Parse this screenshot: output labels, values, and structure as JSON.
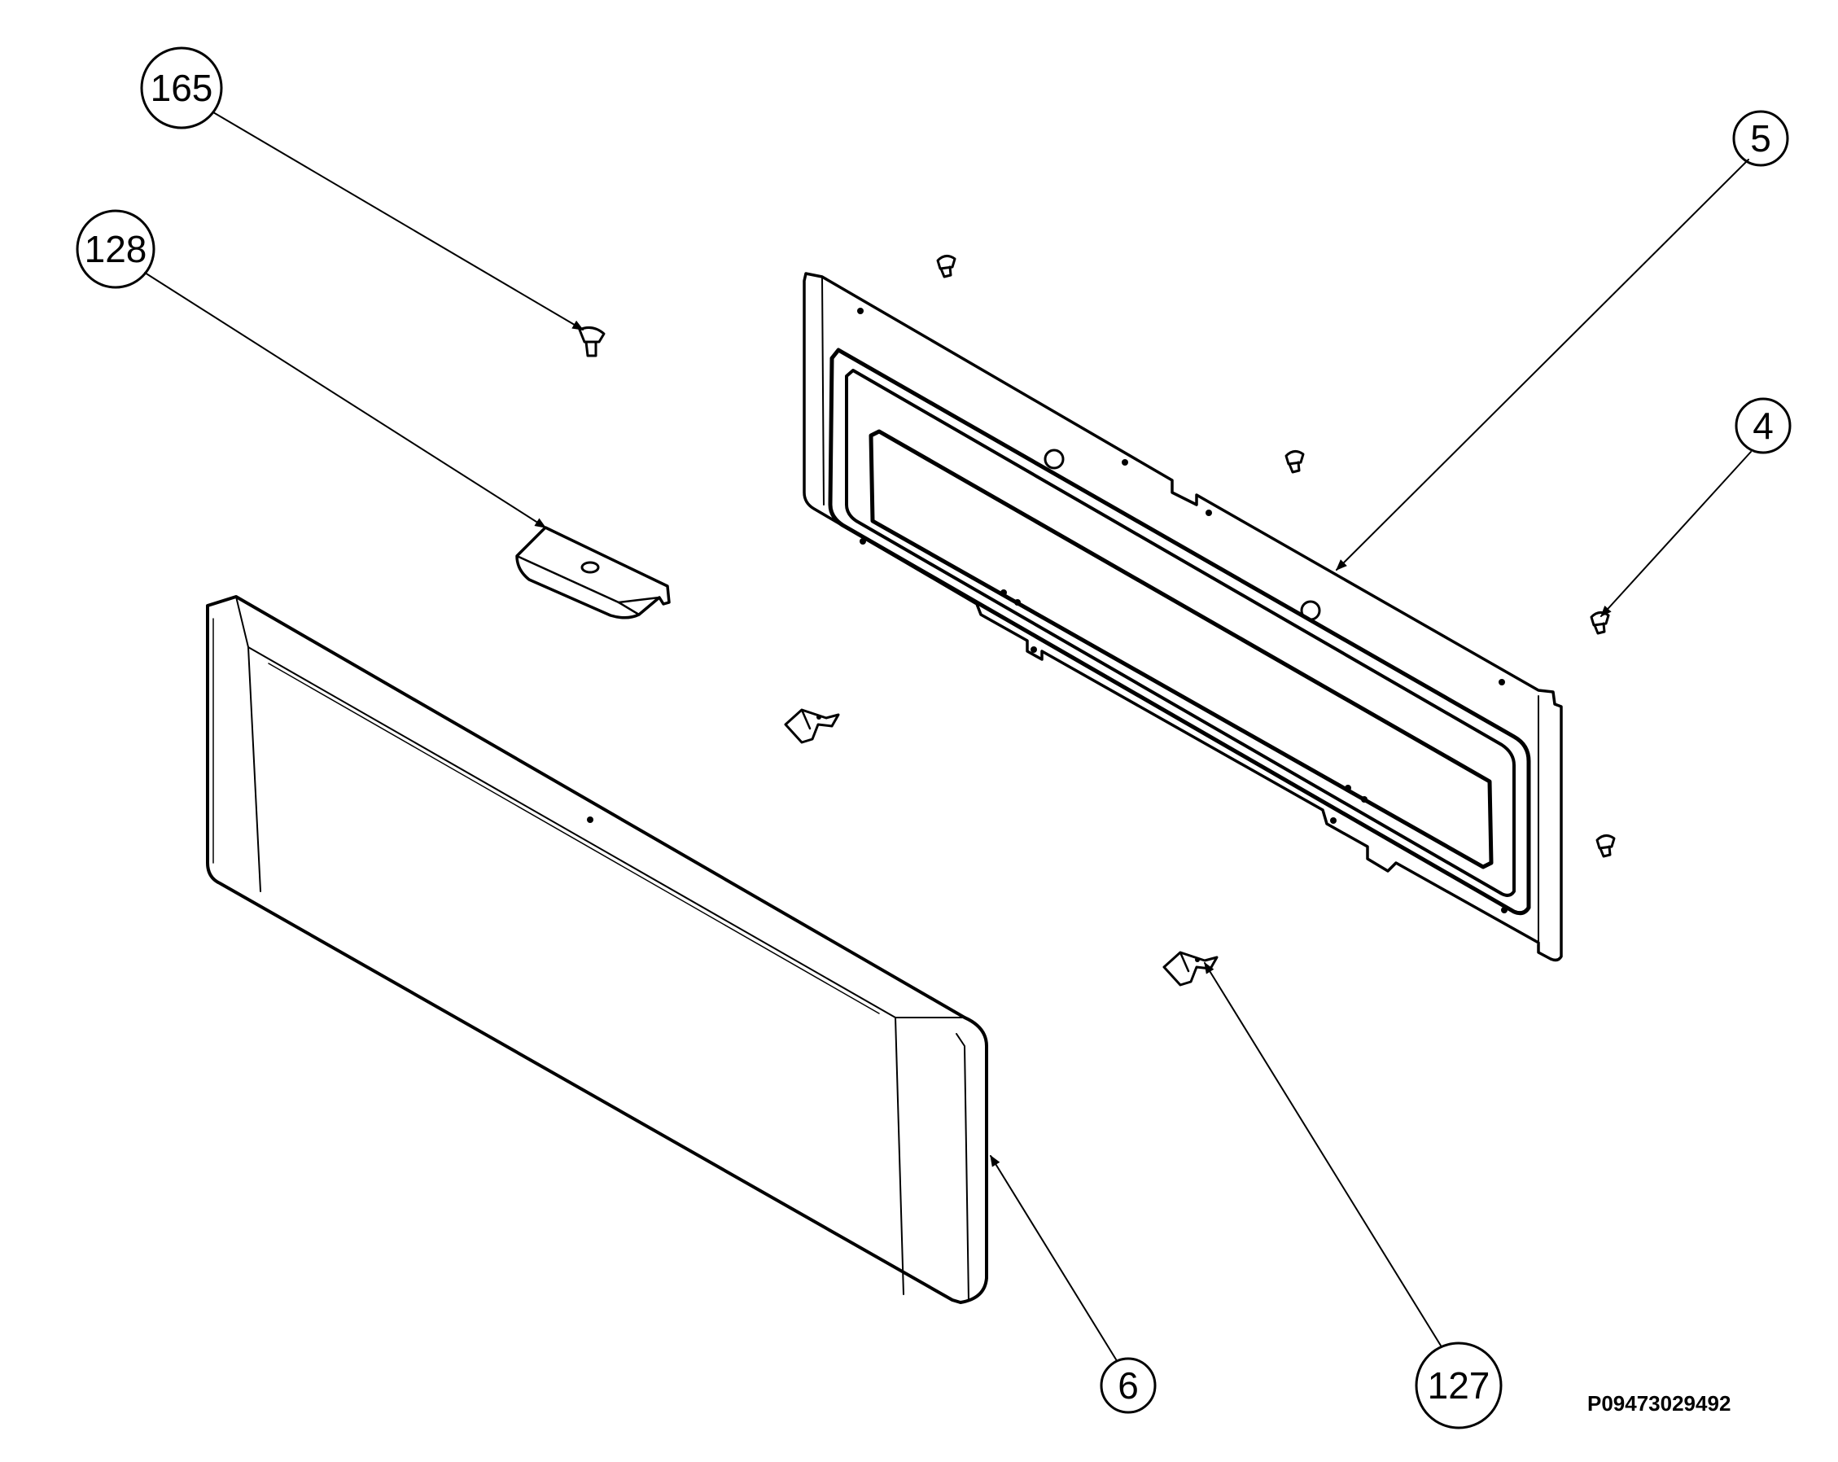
{
  "diagram": {
    "callouts": [
      {
        "id": "165",
        "label": "165"
      },
      {
        "id": "128",
        "label": "128"
      },
      {
        "id": "5",
        "label": "5"
      },
      {
        "id": "4",
        "label": "4"
      },
      {
        "id": "6",
        "label": "6"
      },
      {
        "id": "127",
        "label": "127"
      }
    ],
    "drawing_code": "P09473029492",
    "line_color": "#000000",
    "background_color": "#ffffff"
  }
}
